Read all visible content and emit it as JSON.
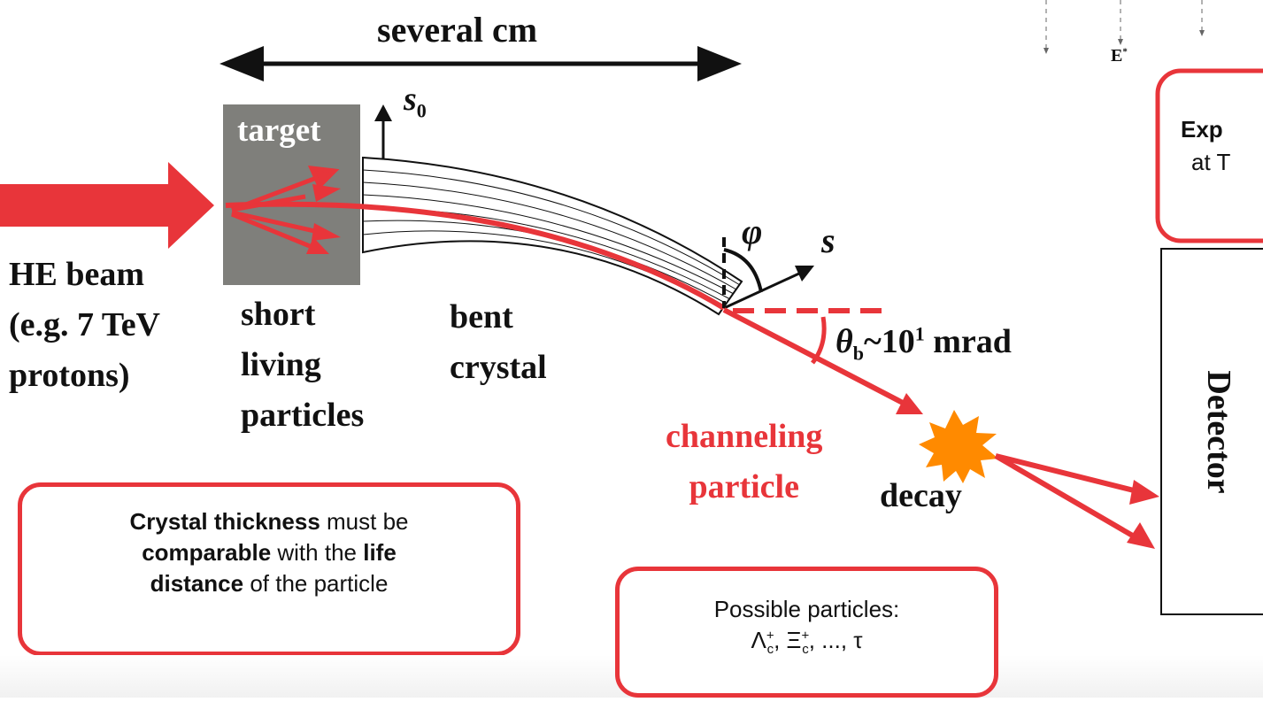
{
  "labels": {
    "several_cm": "several cm",
    "target": "target",
    "s0_main": "s",
    "s0_sub": "0",
    "phi": "φ",
    "s": "s",
    "theta_symbol": "θ",
    "theta_sub": "b",
    "theta_value": "~10",
    "theta_exp": "1",
    "theta_unit": " mrad",
    "he_beam_line1": "HE beam",
    "he_beam_line2": "(e.g. 7 TeV",
    "he_beam_line3": "protons)",
    "short_line1": "short",
    "short_line2": "living",
    "short_line3": "particles",
    "bent_line1": "bent",
    "bent_line2": "crystal",
    "channeling_line1": "channeling",
    "channeling_line2": "particle",
    "decay": "decay",
    "detector": "Detector",
    "top_right_fragment_letter": "E",
    "top_right_fragment_star": "*",
    "exp_fragment_line1": "Exp",
    "exp_fragment_line2": "at T"
  },
  "callouts": {
    "crystal": {
      "t1": "Crystal thickness",
      "t2": " must be",
      "t3": "comparable",
      "t4": " with the ",
      "t5": "life",
      "t6": "distance",
      "t7": " of the particle"
    },
    "particles": {
      "title": "Possible particles:",
      "lambda": "Λ",
      "xi": "Ξ",
      "sub": "c",
      "sup": "+",
      "sep": ",",
      "tail": ", ..., τ"
    }
  },
  "colors": {
    "accent_red": "#e8353a",
    "target_gray": "#7f7f7b",
    "decay_orange": "#ff8a00"
  }
}
